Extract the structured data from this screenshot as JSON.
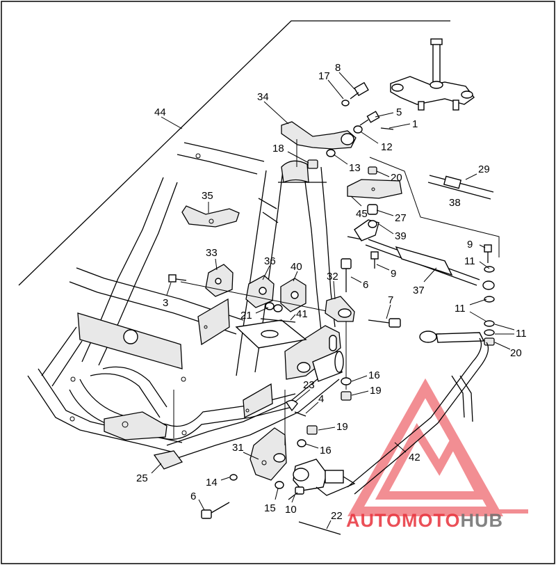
{
  "callouts": [
    {
      "id": "44",
      "text": "44"
    },
    {
      "id": "17",
      "text": "17"
    },
    {
      "id": "8",
      "text": "8"
    },
    {
      "id": "34",
      "text": "34"
    },
    {
      "id": "5",
      "text": "5"
    },
    {
      "id": "1",
      "text": "1"
    },
    {
      "id": "12",
      "text": "12"
    },
    {
      "id": "18",
      "text": "18"
    },
    {
      "id": "13",
      "text": "13"
    },
    {
      "id": "20a",
      "text": "20"
    },
    {
      "id": "29",
      "text": "29"
    },
    {
      "id": "35",
      "text": "35"
    },
    {
      "id": "45",
      "text": "45"
    },
    {
      "id": "27",
      "text": "27"
    },
    {
      "id": "38",
      "text": "38"
    },
    {
      "id": "39",
      "text": "39"
    },
    {
      "id": "33",
      "text": "33"
    },
    {
      "id": "36",
      "text": "36"
    },
    {
      "id": "40",
      "text": "40"
    },
    {
      "id": "9a",
      "text": "9"
    },
    {
      "id": "9b",
      "text": "9"
    },
    {
      "id": "11a",
      "text": "11"
    },
    {
      "id": "32",
      "text": "32"
    },
    {
      "id": "6a",
      "text": "6"
    },
    {
      "id": "37",
      "text": "37"
    },
    {
      "id": "3",
      "text": "3"
    },
    {
      "id": "21",
      "text": "21"
    },
    {
      "id": "41",
      "text": "41"
    },
    {
      "id": "7",
      "text": "7"
    },
    {
      "id": "11b",
      "text": "11"
    },
    {
      "id": "11c",
      "text": "11"
    },
    {
      "id": "20b",
      "text": "20"
    },
    {
      "id": "16a",
      "text": "16"
    },
    {
      "id": "19a",
      "text": "19"
    },
    {
      "id": "23",
      "text": "23"
    },
    {
      "id": "4",
      "text": "4"
    },
    {
      "id": "19b",
      "text": "19"
    },
    {
      "id": "16b",
      "text": "16"
    },
    {
      "id": "31",
      "text": "31"
    },
    {
      "id": "42",
      "text": "42"
    },
    {
      "id": "25",
      "text": "25"
    },
    {
      "id": "14",
      "text": "14"
    },
    {
      "id": "6b",
      "text": "6"
    },
    {
      "id": "15",
      "text": "15"
    },
    {
      "id": "10",
      "text": "10"
    },
    {
      "id": "22",
      "text": "22"
    }
  ],
  "watermark": {
    "part1": "AUTOMOTO",
    "part2": "HUB",
    "accent_color": "#e8323c",
    "secondary_color": "#6e6e6e"
  }
}
